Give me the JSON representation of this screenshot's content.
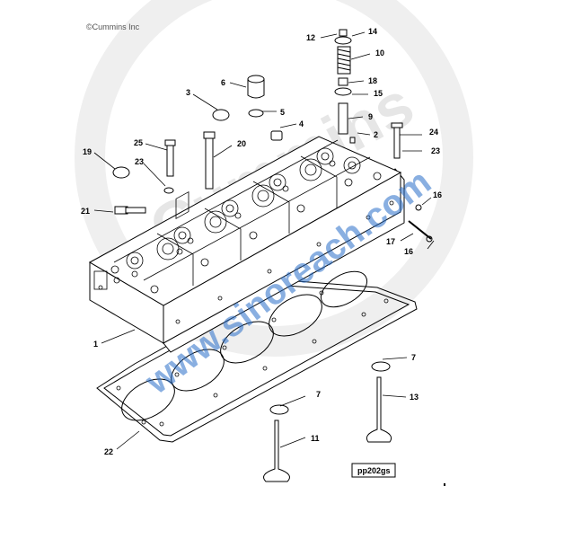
{
  "copyright": "©Cummins Inc",
  "background_watermark": "Cummins",
  "site_watermark": "www.sinoreach.com",
  "reference_code": "pp202gs",
  "callouts": [
    "1",
    "2",
    "3",
    "4",
    "5",
    "6",
    "7",
    "7",
    "9",
    "10",
    "11",
    "12",
    "13",
    "14",
    "15",
    "16",
    "16",
    "17",
    "18",
    "19",
    "20",
    "21",
    "22",
    "23",
    "23",
    "24",
    "25"
  ],
  "colors": {
    "line": "#000000",
    "watermark": "#2a6fc9",
    "ghost": "#e6e6e6"
  }
}
